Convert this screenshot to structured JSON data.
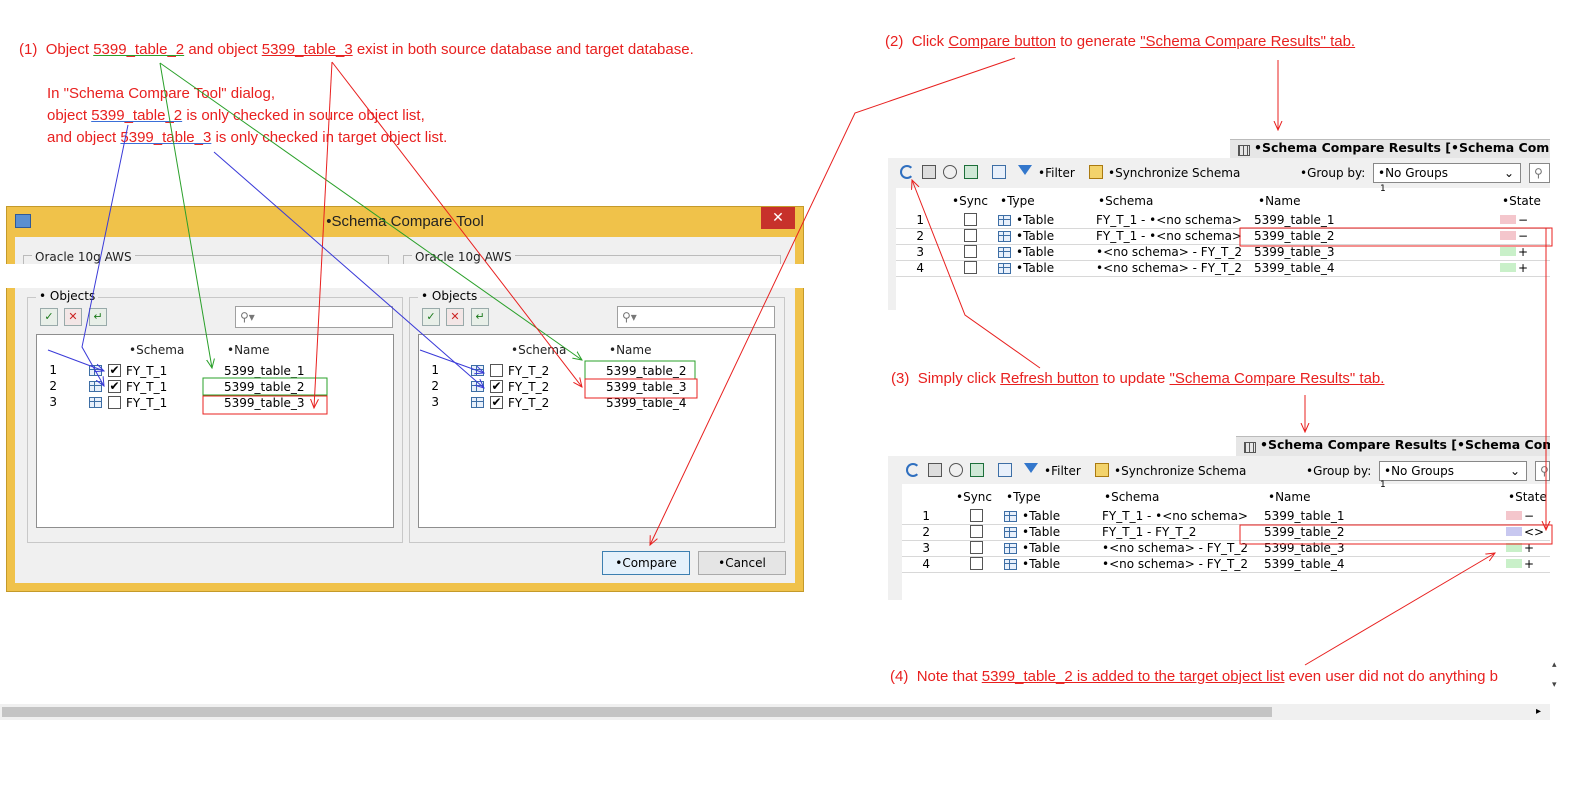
{
  "notes": {
    "n1": {
      "num": "(1)",
      "p1": "Object",
      "obj1": "5399_table_2",
      "p2": "and object",
      "obj2": "5399_table_3",
      "p3": "exist in both source database and target database."
    },
    "sub": {
      "l1": "In \"Schema Compare Tool\" dialog,",
      "l2a": "object",
      "l2obj": "5399_table_2",
      "l2b": "is only checked in source object list,",
      "l3a": "and object",
      "l3obj": "5399_table_3",
      "l3b": "is only checked in target object list."
    },
    "n2": {
      "num": "(2)",
      "p1": "Click",
      "link1": "Compare button",
      "p2": "to generate",
      "link2": "\"Schema Compare Results\" tab."
    },
    "n3": {
      "num": "(3)",
      "p1": "Simply click",
      "link1": "Refresh button",
      "p2": "to update",
      "link2": "\"Schema Compare Results\" tab."
    },
    "n4": {
      "num": "(4)",
      "p1": "Note that",
      "link1": "5399_table_2 is added to the target object list",
      "p2": "even user did not do anything b"
    }
  },
  "dialog": {
    "title": "•Schema Compare Tool",
    "close": "✕",
    "source": {
      "connection": "Oracle 10g AWS",
      "objects_label": "• Objects",
      "search_placeholder": "⚲▾",
      "header_schema": "•Schema",
      "header_name": "•Name",
      "rows": [
        {
          "num": "1",
          "checked": "✔",
          "schema": "FY_T_1",
          "name": "5399_table_1"
        },
        {
          "num": "2",
          "checked": "✔",
          "schema": "FY_T_1",
          "name": "5399_table_2"
        },
        {
          "num": "3",
          "checked": "",
          "schema": "FY_T_1",
          "name": "5399_table_3"
        }
      ]
    },
    "target": {
      "connection": "Oracle 10g AWS",
      "objects_label": "• Objects",
      "search_placeholder": "⚲▾",
      "header_schema": "•Schema",
      "header_name": "•Name",
      "rows": [
        {
          "num": "1",
          "checked": "",
          "schema": "FY_T_2",
          "name": "5399_table_2"
        },
        {
          "num": "2",
          "checked": "✔",
          "schema": "FY_T_2",
          "name": "5399_table_3"
        },
        {
          "num": "3",
          "checked": "✔",
          "schema": "FY_T_2",
          "name": "5399_table_4"
        }
      ]
    },
    "compare_label": "•Compare",
    "cancel_label": "•Cancel"
  },
  "results_top": {
    "tab_title": "•Schema Compare Results [•Schema Compare",
    "filter": "•Filter",
    "sync": "•Synchronize Schema",
    "groupby_label": "•Group by:",
    "groupby_value": "•No Groups",
    "sort_indicator": "1",
    "headers": {
      "sync": "•Sync",
      "type": "•Type",
      "schema": "•Schema",
      "name": "•Name",
      "state": "•State"
    },
    "rows": [
      {
        "num": "1",
        "type": "•Table",
        "schema": "FY_T_1 - •<no schema>",
        "name": "5399_table_1",
        "state": "−",
        "color": "#f4c6cc"
      },
      {
        "num": "2",
        "type": "•Table",
        "schema": "FY_T_1 - •<no schema>",
        "name": "5399_table_2",
        "state": "−",
        "color": "#f4c6cc"
      },
      {
        "num": "3",
        "type": "•Table",
        "schema": "•<no schema> - FY_T_2",
        "name": "5399_table_3",
        "state": "+",
        "color": "#c9f0c9"
      },
      {
        "num": "4",
        "type": "•Table",
        "schema": "•<no schema> - FY_T_2",
        "name": "5399_table_4",
        "state": "+",
        "color": "#c9f0c9"
      }
    ]
  },
  "results_bottom": {
    "tab_title": "•Schema Compare Results [•Schema Compar",
    "filter": "•Filter",
    "sync": "•Synchronize Schema",
    "groupby_label": "•Group by:",
    "groupby_value": "•No Groups",
    "sort_indicator": "1",
    "headers": {
      "sync": "•Sync",
      "type": "•Type",
      "schema": "•Schema",
      "name": "•Name",
      "state": "•State"
    },
    "rows": [
      {
        "num": "1",
        "type": "•Table",
        "schema": "FY_T_1 - •<no schema>",
        "name": "5399_table_1",
        "state": "−",
        "color": "#f4c6cc"
      },
      {
        "num": "2",
        "type": "•Table",
        "schema": "FY_T_1 - FY_T_2",
        "name": "5399_table_2",
        "state": "<>",
        "color": "#c8c8f0"
      },
      {
        "num": "3",
        "type": "•Table",
        "schema": "•<no schema> - FY_T_2",
        "name": "5399_table_3",
        "state": "+",
        "color": "#c9f0c9"
      },
      {
        "num": "4",
        "type": "•Table",
        "schema": "•<no schema> - FY_T_2",
        "name": "5399_table_4",
        "state": "+",
        "color": "#c9f0c9"
      }
    ]
  },
  "colors": {
    "annotation_red": "#e8201f",
    "annotation_green": "#2aa02a",
    "annotation_blue": "#3a3ad8",
    "dialog_frame": "#f0c24a"
  }
}
